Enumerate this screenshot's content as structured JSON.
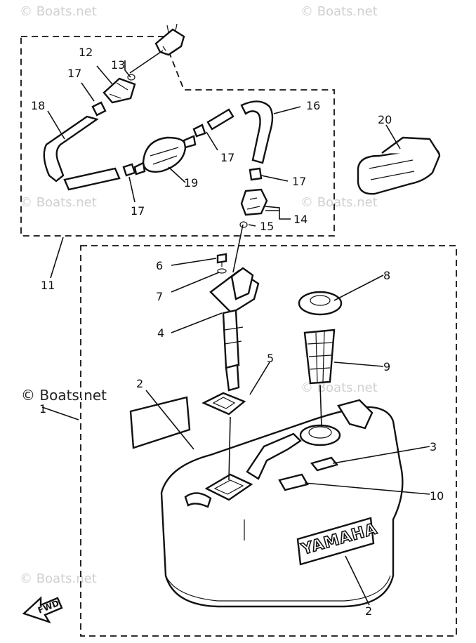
{
  "watermark": "© Boats.net",
  "brand_logo": "YAMAHA",
  "direction_label": "FWD",
  "callouts": {
    "c1": "1",
    "c2a": "2",
    "c2b": "2",
    "c3": "3",
    "c4": "4",
    "c5": "5",
    "c6": "6",
    "c7": "7",
    "c8": "8",
    "c9": "9",
    "c10": "10",
    "c11": "11",
    "c12": "12",
    "c13": "13",
    "c14": "14",
    "c15": "15",
    "c16": "16",
    "c17a": "17",
    "c17b": "17",
    "c17c": "17",
    "c17d": "17",
    "c18": "18",
    "c19": "19",
    "c20": "20"
  }
}
